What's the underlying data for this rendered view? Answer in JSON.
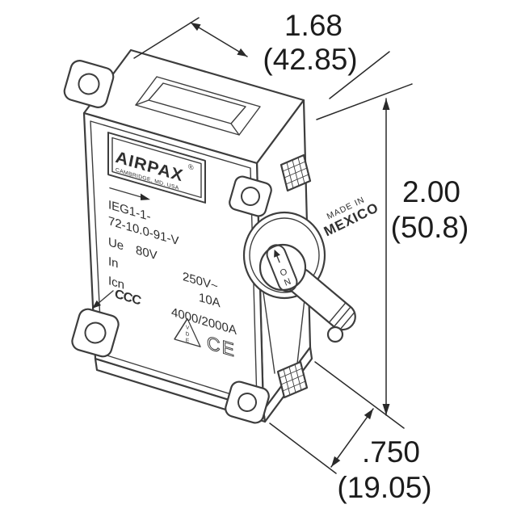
{
  "dimensions": {
    "width": {
      "inches": "1.68",
      "millimeters": "(42.85)"
    },
    "height": {
      "inches": "2.00",
      "millimeters": "(50.8)"
    },
    "depth": {
      "inches": ".750",
      "millimeters": "(19.05)"
    }
  },
  "label": {
    "brand": "AIRPAX",
    "registered_mark": "®",
    "city_line": "CAMBRIDGE, MD. USA",
    "part_number_line1": "IEG1-1-",
    "part_number_line2": "72-10.0-91-V",
    "ue_key": "Ue",
    "ue_value": "80V",
    "in_key": "In",
    "in_value": "250V~",
    "icn_key": "Icn",
    "icn_value": "10A",
    "icn_value2": "4000/2000A",
    "ccc_mark": "CCC",
    "vde_letters": [
      "V",
      "D",
      "E"
    ],
    "ce_mark": "CE",
    "made_in_line1": "MADE IN",
    "made_in_line2": "MEXICO"
  },
  "toggle": {
    "on_letters": [
      "O",
      "N"
    ]
  },
  "colors": {
    "line": "#3d3d3d",
    "dimension_text": "#1c1c1c",
    "background": "#ffffff"
  }
}
